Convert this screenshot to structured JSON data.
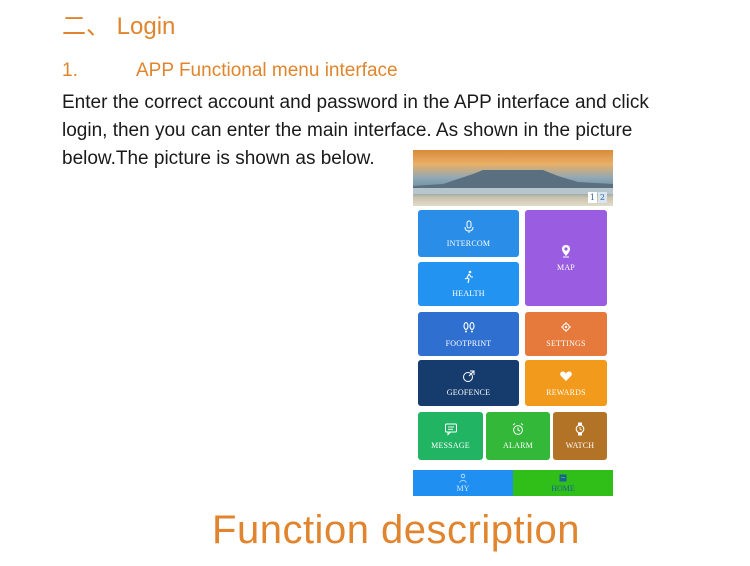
{
  "section_heading": "二、 Login",
  "subheading": {
    "number": "1.",
    "text": "APP Functional menu interface"
  },
  "paragraph_lines": [
    "Enter the correct account and password in the APP interface and click",
    "login, then you can enter the main interface. As shown in the picture",
    "below.The picture is shown as below."
  ],
  "phone": {
    "pager": [
      "1",
      "2"
    ],
    "tiles": {
      "intercom": {
        "label": "INTERCOM",
        "icon": "microphone-icon",
        "color": "#2a8de8"
      },
      "map": {
        "label": "MAP",
        "icon": "map-pin-icon",
        "color": "#9a5ce0"
      },
      "health": {
        "label": "HEALTH",
        "icon": "running-person-icon",
        "color": "#2393f1"
      },
      "footprint": {
        "label": "FOOTPRINT",
        "icon": "footprints-icon",
        "color": "#2f6fd0"
      },
      "settings": {
        "label": "SETTINGS",
        "icon": "gear-icon",
        "color": "#e67a3d"
      },
      "geofence": {
        "label": "GEOFENCE",
        "icon": "geofence-icon",
        "color": "#163c6e"
      },
      "rewards": {
        "label": "REWARDS",
        "icon": "heart-icon",
        "color": "#f29a1c"
      },
      "message": {
        "label": "MESSAGE",
        "icon": "message-icon",
        "color": "#21b563"
      },
      "alarm": {
        "label": "ALARM",
        "icon": "alarm-clock-icon",
        "color": "#33b83a"
      },
      "watch": {
        "label": "WATCH",
        "icon": "watch-icon",
        "color": "#b37326"
      }
    },
    "bottom_nav": {
      "my": {
        "label": "MY",
        "icon": "person-icon",
        "color": "#1f8ff2"
      },
      "home": {
        "label": "HOME",
        "icon": "home-icon",
        "color": "#2fbf18"
      }
    }
  },
  "caption": "Function description",
  "accent_color": "#e0852d"
}
